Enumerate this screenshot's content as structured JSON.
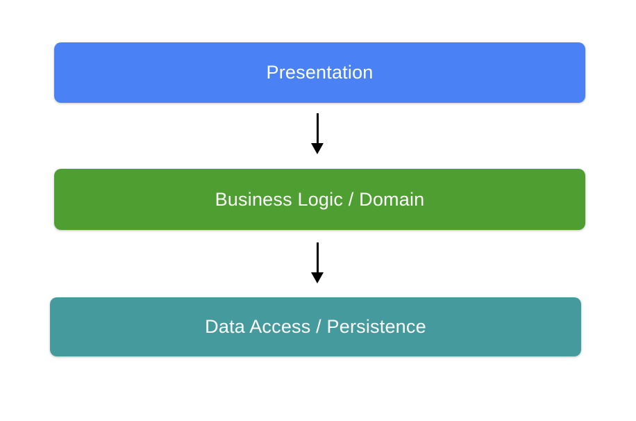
{
  "diagram": {
    "background": "#ffffff",
    "nodes": [
      {
        "id": "presentation",
        "label": "Presentation",
        "fill": "#4a81f4",
        "text_color": "#ffffff"
      },
      {
        "id": "business-logic-domain",
        "label": "Business Logic / Domain",
        "fill": "#4e9e32",
        "text_color": "#ffffff"
      },
      {
        "id": "data-access-persistence",
        "label": "Data Access / Persistence",
        "fill": "#459a9e",
        "text_color": "#ffffff"
      }
    ],
    "arrows": [
      {
        "from": "presentation",
        "to": "business-logic-domain",
        "direction": "down",
        "color": "#000000"
      },
      {
        "from": "business-logic-domain",
        "to": "data-access-persistence",
        "direction": "down",
        "color": "#000000"
      }
    ]
  }
}
